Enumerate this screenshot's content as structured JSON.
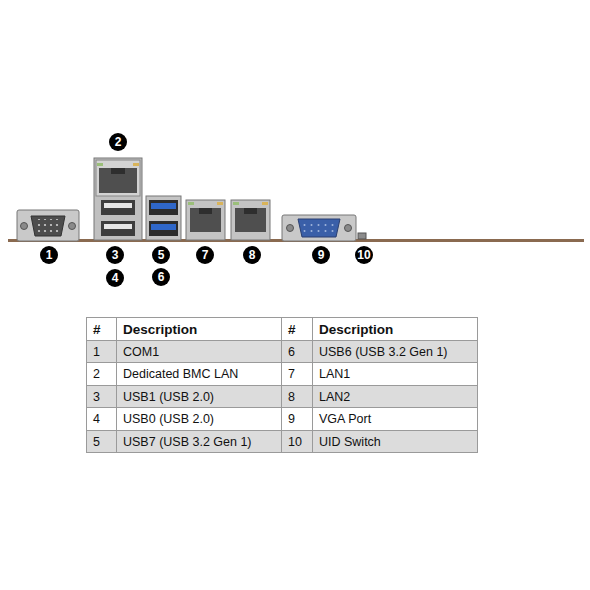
{
  "diagram": {
    "labels": [
      "2",
      "1",
      "3",
      "4",
      "5",
      "6",
      "7",
      "8",
      "9",
      "10",
      "#",
      "Description",
      "#",
      "Description",
      "1",
      "COM1",
      "6",
      "USB6 (USB 3.2 Gen 1)",
      "2",
      "Dedicated BMC LAN",
      "7",
      "LAN1",
      "3",
      "USB1 (USB 2.0)",
      "8",
      "LAN2",
      "4",
      "USB0 (USB 2.0)",
      "9",
      "VGA Port",
      "5",
      "USB7 (USB 3.2 Gen 1)",
      "10",
      "UID Switch"
    ]
  }
}
